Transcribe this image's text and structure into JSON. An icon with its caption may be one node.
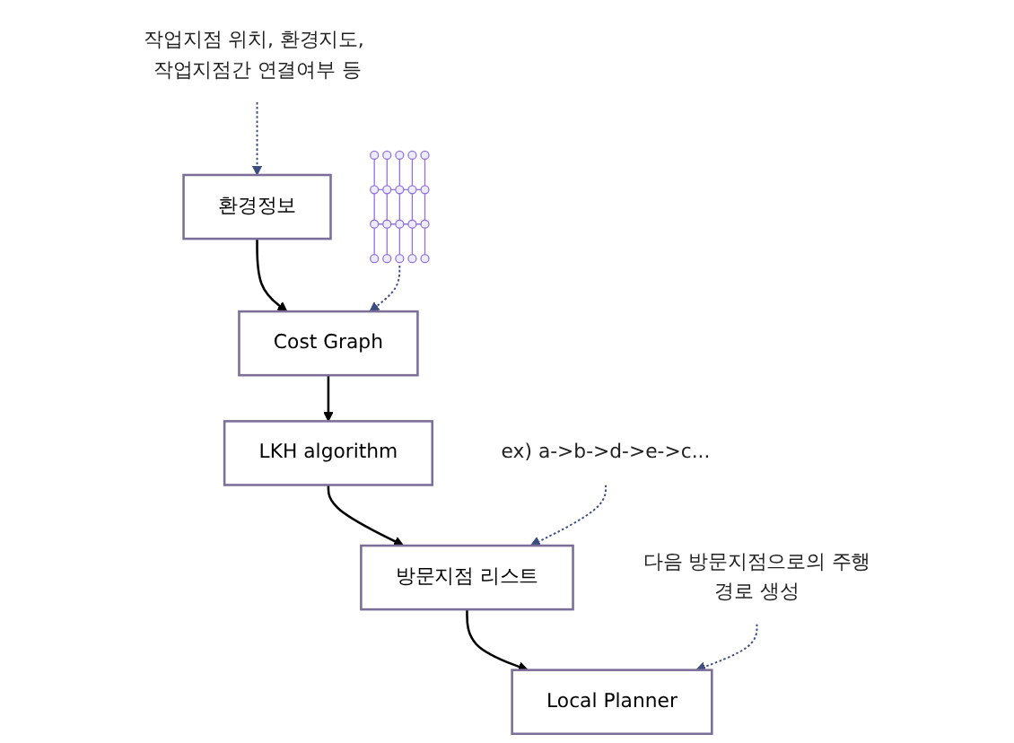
{
  "diagram": {
    "nodes": [
      {
        "text": [
          "환경정보"
        ]
      },
      {
        "text": [
          "Cost Graph"
        ]
      },
      {
        "text": [
          "LKH algorithm"
        ]
      },
      {
        "text": [
          "방문지점 리스트"
        ]
      },
      {
        "text": [
          "Local Planner"
        ]
      },
      {
        "text": [
          "작업지점 위치, 환경지도, 작업지점간 연결여부 등"
        ]
      },
      {
        "text": [],
        "shape": "picture"
      },
      {
        "text": [
          "ex) a->b->d->e->c..."
        ]
      },
      {
        "text": [
          "다음 방문지점으로의 주행경로 생성"
        ]
      }
    ],
    "edges": [
      {
        "from": 0,
        "to": 1,
        "arrow": "to"
      },
      {
        "from": 1,
        "to": 2,
        "arrow": "to"
      },
      {
        "from": 2,
        "to": 3,
        "arrow": "to"
      },
      {
        "from": 3,
        "to": 4,
        "arrow": "to"
      },
      {
        "from": 5,
        "to": 0,
        "arrow": "to",
        "style": "dashed",
        "color": "#3c4d80"
      },
      {
        "from": 6,
        "to": 1,
        "arrow": "to",
        "style": "dashed",
        "color": "#3c4d80"
      },
      {
        "from": 7,
        "to": 3,
        "arrow": "to",
        "style": "dashed",
        "color": "#3c4d80"
      },
      {
        "from": 8,
        "to": 4,
        "arrow": "to",
        "style": "dashed",
        "color": "#3c4d80"
      }
    ]
  }
}
